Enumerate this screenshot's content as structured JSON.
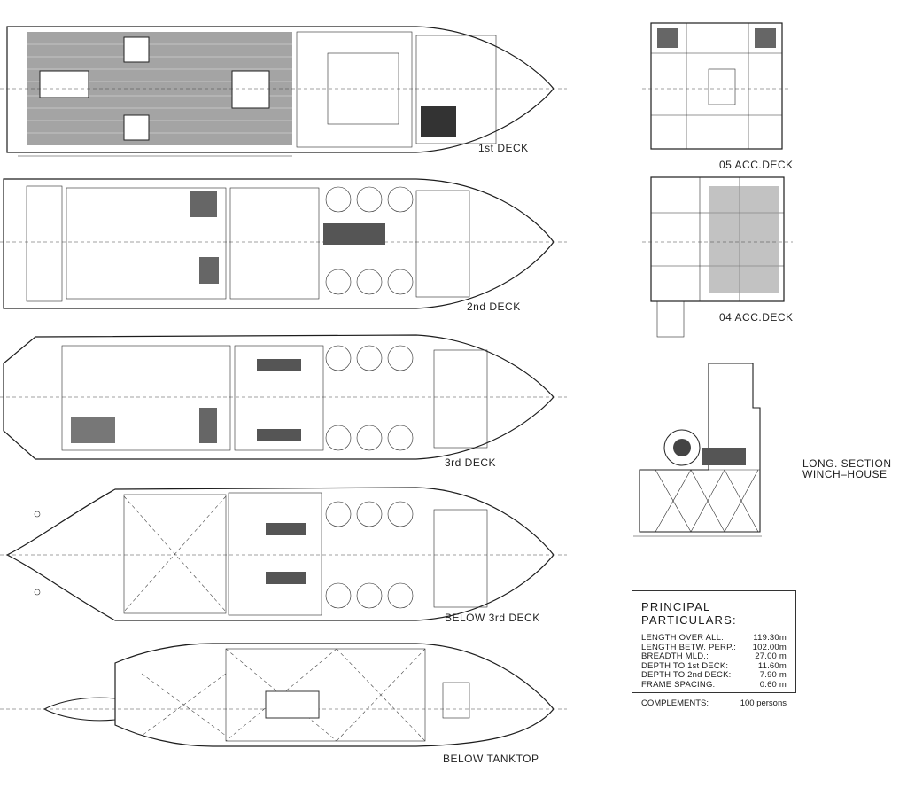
{
  "decks": {
    "first": "1st DECK",
    "second": "2nd DECK",
    "third": "3rd DECK",
    "below_third": "BELOW 3rd DECK",
    "below_tanktop": "BELOW TANKTOP"
  },
  "superstructure": {
    "acc05": "05 ACC.DECK",
    "acc04": "04 ACC.DECK",
    "long_section_line1": "LONG. SECTION",
    "long_section_line2": "WINCH–HOUSE"
  },
  "particulars": {
    "title": "PRINCIPAL  PARTICULARS:",
    "rows": [
      {
        "label": "LENGTH OVER ALL:",
        "value": "119.30m"
      },
      {
        "label": "LENGTH BETW. PERP.:",
        "value": "102.00m"
      },
      {
        "label": "BREADTH MLD.:",
        "value": "27.00 m"
      },
      {
        "label": "DEPTH TO 1st DECK:",
        "value": "11.60m"
      },
      {
        "label": "DEPTH TO 2nd DECK:",
        "value": "7.90 m"
      },
      {
        "label": "FRAME SPACING:",
        "value": "0.60 m"
      }
    ],
    "complements_label": "COMPLEMENTS:",
    "complements_value": "100 persons"
  }
}
